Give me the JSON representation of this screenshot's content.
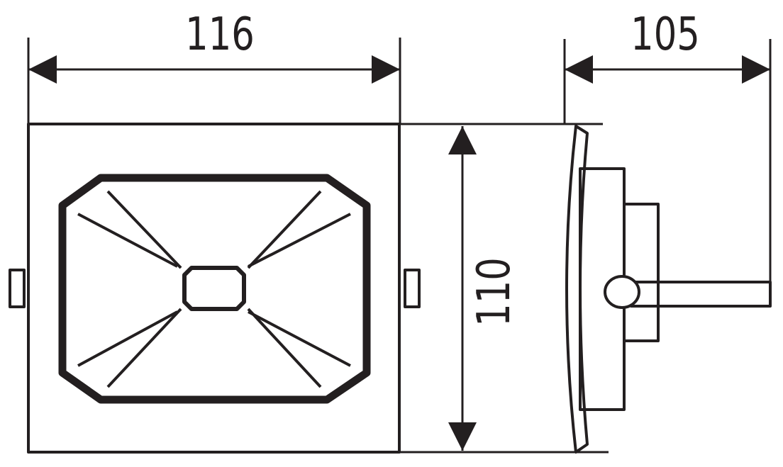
{
  "dimensions": {
    "width": "116",
    "height": "110",
    "depth": "105"
  },
  "colors": {
    "stroke": "#231f20",
    "background": "#ffffff"
  }
}
